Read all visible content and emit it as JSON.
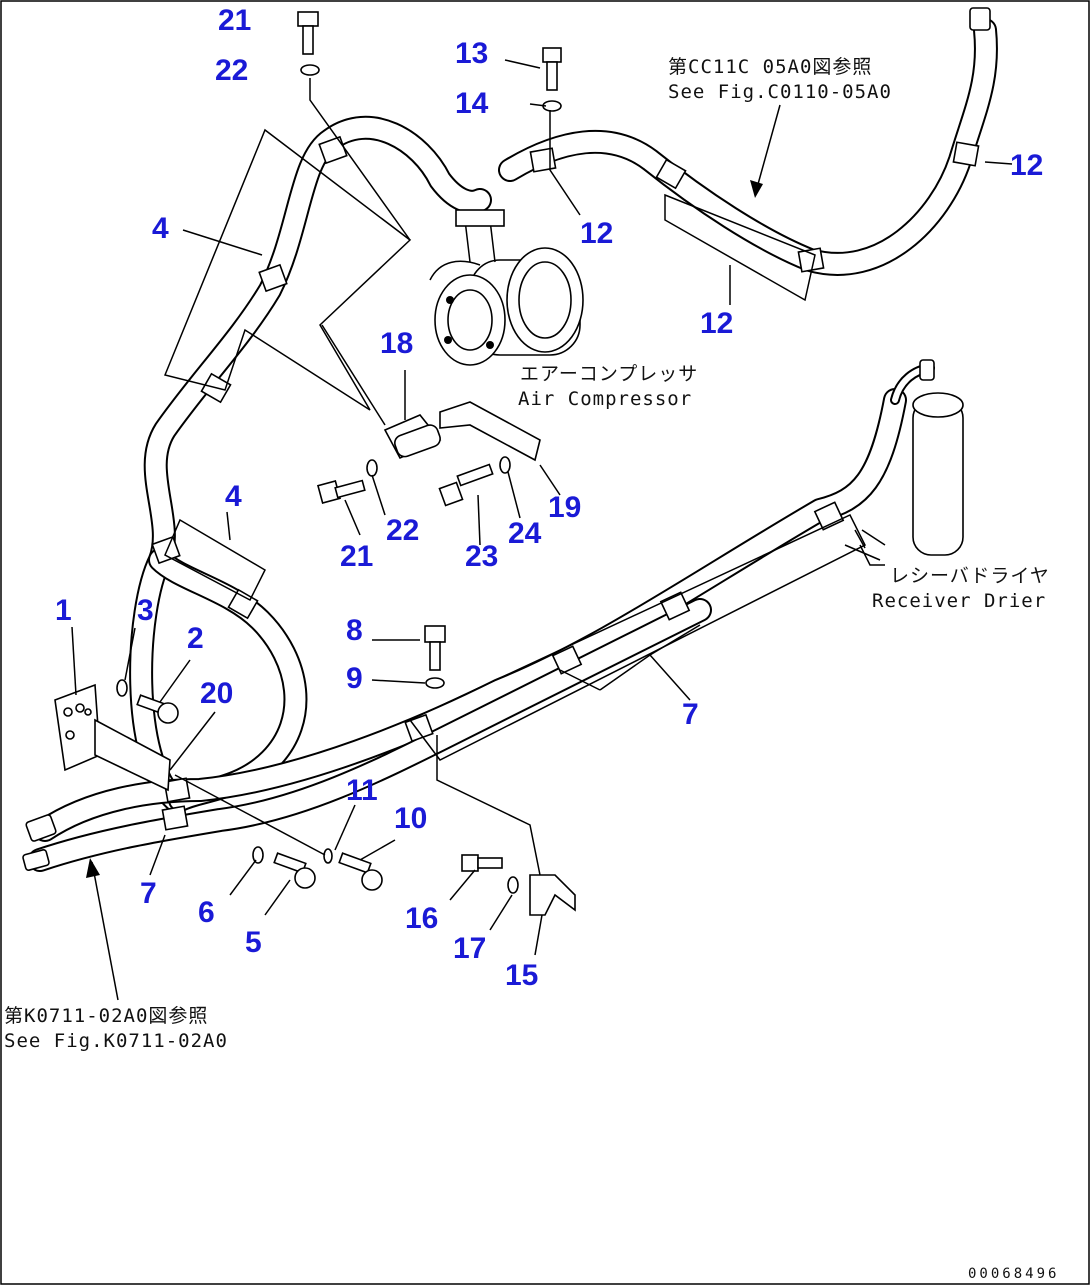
{
  "part_labels": [
    "1",
    "2",
    "3",
    "4",
    "4",
    "5",
    "6",
    "7",
    "7",
    "8",
    "9",
    "10",
    "11",
    "12",
    "12",
    "12",
    "13",
    "14",
    "15",
    "16",
    "17",
    "18",
    "19",
    "20",
    "21",
    "21",
    "22",
    "22",
    "23",
    "24"
  ],
  "notes": {
    "compressor_jp": "エアーコンプレッサ",
    "compressor_en": "Air Compressor",
    "drier_jp": "レシーバドライヤ",
    "drier_en": "Receiver Drier",
    "ref_top_jp": "第CC11C 05A0図参照",
    "ref_top_en": "See Fig.C0110-05A0",
    "ref_bottom_jp": "第K0711-02A0図参照",
    "ref_bottom_en": "See Fig.K0711-02A0"
  },
  "drawing_code": "00068496",
  "colors": {
    "label": "#1a1ad6",
    "line": "#000000",
    "background": "#ffffff"
  }
}
